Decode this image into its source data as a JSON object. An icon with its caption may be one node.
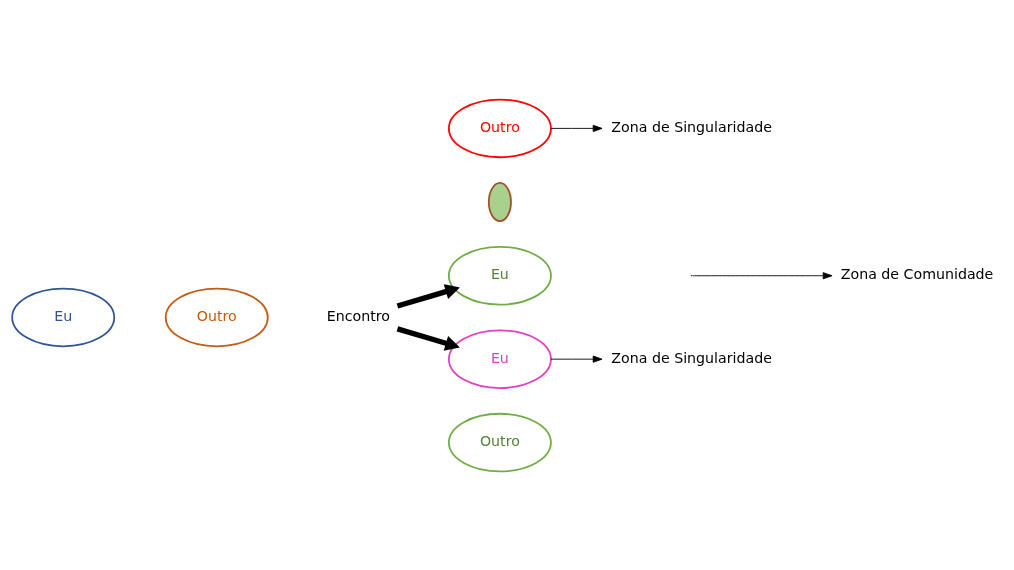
{
  "diagram": {
    "nodes": [
      {
        "text": [
          "Eu"
        ]
      },
      {
        "text": [
          "Outro"
        ]
      },
      {
        "text": [
          "Encontro"
        ]
      },
      {
        "text": [
          "Eu"
        ]
      },
      {
        "text": [
          "Outro"
        ]
      },
      {
        "text": [
          "Zona de Comunidade"
        ]
      },
      {
        "text": [
          "Eu"
        ]
      },
      {
        "text": [],
        "shape": "ellipse"
      },
      {
        "text": [
          "Outro"
        ]
      },
      {
        "text": [
          "Zona de Singularidade"
        ]
      },
      {
        "text": [
          "Zona de Singularidade"
        ]
      }
    ],
    "edges": [
      {
        "from": 2,
        "to": 3,
        "arrow": "to",
        "style": "thick"
      },
      {
        "from": 2,
        "to": 6,
        "arrow": "to",
        "style": "thick"
      },
      {
        "from": null,
        "to": 5,
        "arrow": "to"
      },
      {
        "from": 6,
        "to": 9,
        "arrow": "to"
      },
      {
        "from": 8,
        "to": 10,
        "arrow": "to"
      }
    ]
  }
}
